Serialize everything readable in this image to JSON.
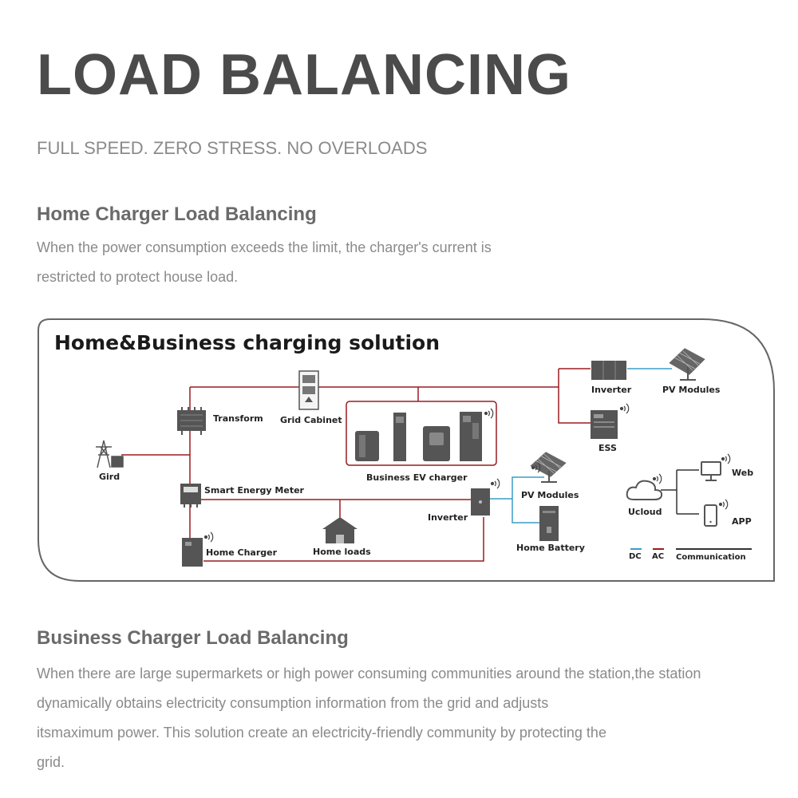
{
  "title": "LOAD BALANCING",
  "subtitle": "FULL SPEED. ZERO STRESS. NO OVERLOADS",
  "home_section": {
    "heading": "Home Charger Load Balancing",
    "lines": [
      "When the power consumption exceeds the limit, the charger's current is",
      "restricted to protect house load."
    ]
  },
  "diagram": {
    "title": "Home&Business charging solution",
    "labels": {
      "transform": "Transform",
      "grid_cabinet": "Grid Cabinet",
      "inverter_top": "Inverter",
      "pv_modules_top": "PV Modules",
      "ess": "ESS",
      "gird": "Gird",
      "business_ev_charger": "Business EV charger",
      "smart_energy_meter": "Smart Energy Meter",
      "pv_modules_mid": "PV Modules",
      "inverter_mid": "Inverter",
      "home_battery": "Home Battery",
      "home_charger": "Home Charger",
      "home_loads": "Home loads",
      "ucloud": "Ucloud",
      "web": "Web",
      "app": "APP"
    },
    "legend": {
      "dc": "DC",
      "ac": "AC",
      "communication": "Communication"
    },
    "colors": {
      "ac": "#9b1b20",
      "dc": "#3a9ec6",
      "communication": "#333333",
      "device": "#555555"
    }
  },
  "business_section": {
    "heading": "Business Charger Load Balancing",
    "lines": [
      "When there are large supermarkets or high power consuming communities around the station,the station",
      "dynamically obtains electricity consumption information from the grid and adjusts",
      "itsmaximum power. This solution create an electricity-friendly community by protecting the",
      "grid."
    ]
  }
}
